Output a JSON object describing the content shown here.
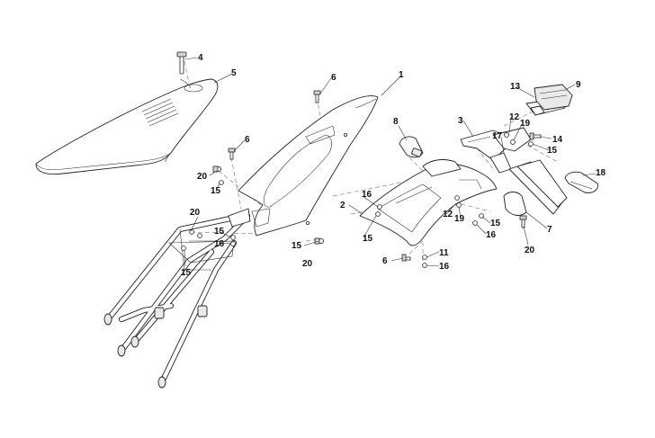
{
  "callouts": [
    {
      "id": "c1",
      "label": "1"
    },
    {
      "id": "c2",
      "label": "2"
    },
    {
      "id": "c3",
      "label": "3"
    },
    {
      "id": "c4",
      "label": "4"
    },
    {
      "id": "c5",
      "label": "5"
    },
    {
      "id": "c6a",
      "label": "6"
    },
    {
      "id": "c6b",
      "label": "6"
    },
    {
      "id": "c6c",
      "label": "6"
    },
    {
      "id": "c7",
      "label": "7"
    },
    {
      "id": "c8",
      "label": "8"
    },
    {
      "id": "c9",
      "label": "9"
    },
    {
      "id": "c11",
      "label": "11"
    },
    {
      "id": "c12a",
      "label": "12"
    },
    {
      "id": "c12b",
      "label": "12"
    },
    {
      "id": "c13",
      "label": "13"
    },
    {
      "id": "c14",
      "label": "14"
    },
    {
      "id": "c15a",
      "label": "15"
    },
    {
      "id": "c15b",
      "label": "15"
    },
    {
      "id": "c15c",
      "label": "15"
    },
    {
      "id": "c15d",
      "label": "15"
    },
    {
      "id": "c15e",
      "label": "15"
    },
    {
      "id": "c15f",
      "label": "15"
    },
    {
      "id": "c15g",
      "label": "15"
    },
    {
      "id": "c16a",
      "label": "16"
    },
    {
      "id": "c16b",
      "label": "16"
    },
    {
      "id": "c16c",
      "label": "16"
    },
    {
      "id": "c16d",
      "label": "16"
    },
    {
      "id": "c17",
      "label": "17"
    },
    {
      "id": "c18",
      "label": "18"
    },
    {
      "id": "c19a",
      "label": "19"
    },
    {
      "id": "c19b",
      "label": "19"
    },
    {
      "id": "c20a",
      "label": "20"
    },
    {
      "id": "c20b",
      "label": "20"
    },
    {
      "id": "c20c",
      "label": "20"
    },
    {
      "id": "c20d",
      "label": "20"
    }
  ]
}
